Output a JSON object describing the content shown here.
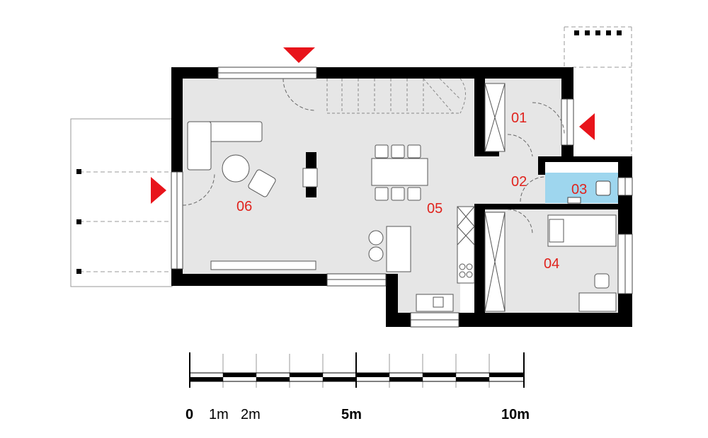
{
  "plan": {
    "rooms": [
      {
        "id": "r01",
        "label": "01"
      },
      {
        "id": "r02",
        "label": "02"
      },
      {
        "id": "r03",
        "label": "03"
      },
      {
        "id": "r04",
        "label": "04"
      },
      {
        "id": "r05",
        "label": "05"
      },
      {
        "id": "r06",
        "label": "06"
      }
    ],
    "colors": {
      "wall": "#000000",
      "floor": "#e6e6e6",
      "bathroom": "#9ed6ee",
      "entrance_marker": "#e8141b",
      "room_label": "#e0231d"
    }
  },
  "scale_bar": {
    "labels": {
      "zero": "0",
      "one": "1m",
      "two": "2m",
      "five": "5m",
      "ten": "10m"
    }
  }
}
